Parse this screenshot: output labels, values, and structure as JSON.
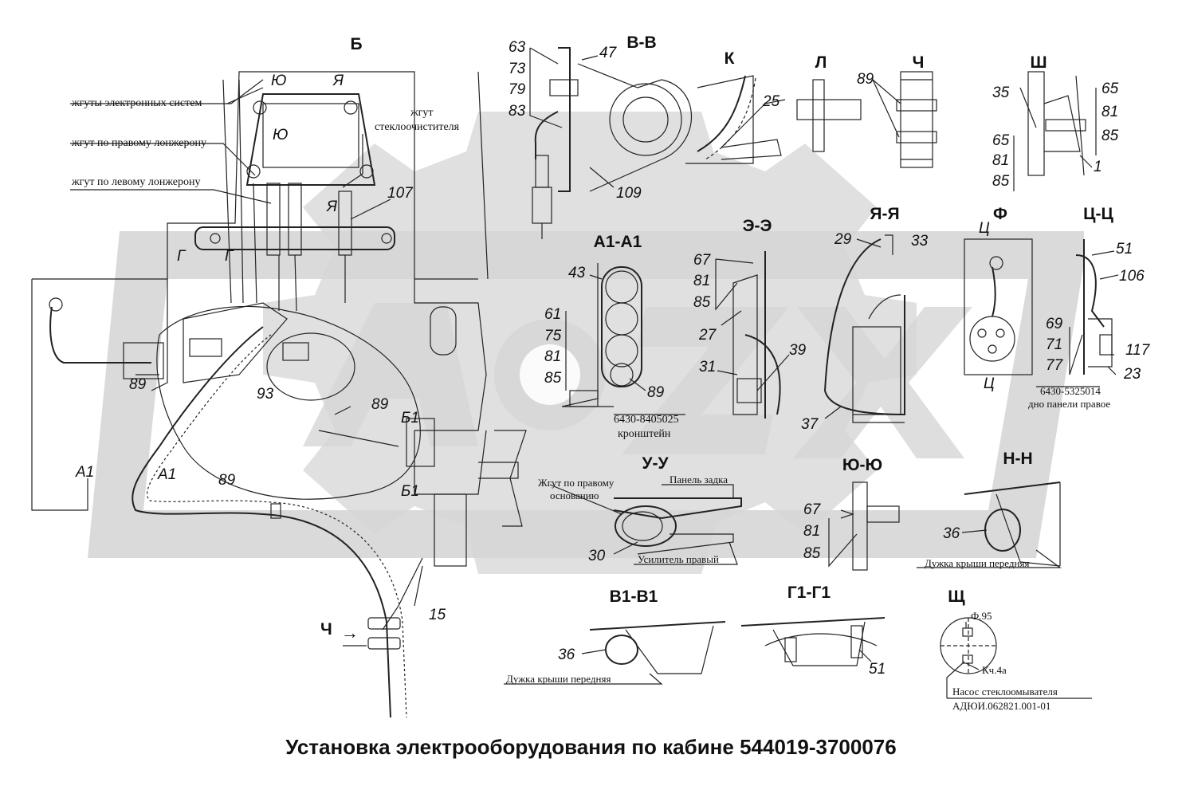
{
  "title": "Установка электрооборудования по кабине 544019-3700076",
  "watermark": {
    "color": "#d6d6d6"
  },
  "sections": [
    "Б",
    "В-В",
    "К",
    "Л",
    "Ч",
    "Ш",
    "А1-А1",
    "Э-Э",
    "Я-Я",
    "Ф",
    "Ц-Ц",
    "У-У",
    "Ю-Ю",
    "Н-Н",
    "В1-В1",
    "Г1-Г1",
    "Щ"
  ],
  "marks": [
    "Ю",
    "Я",
    "Ю",
    "Я",
    "Г",
    "Г",
    "Б1",
    "Б1",
    "А1",
    "А1",
    "Ц",
    "Ц",
    "Ч"
  ],
  "labels": {
    "harness_electronic": "жгуты электронных систем",
    "harness_right": "жгут по правому лонжерону",
    "harness_left": "жгут по левому лонжерону",
    "harness_wiper_1": "жгут",
    "harness_wiper_2": "стеклоочистителя",
    "bracket_code": "6430-8405025",
    "bracket": "кронштейн",
    "panel_code": "6430-5325014",
    "panel": "дно панели правое",
    "harness_base_1": "Жгут по правому",
    "harness_base_2": "основанию",
    "rear_panel": "Панель задка",
    "amplifier": "Усилитель правый",
    "roof_arc_1": "Дужка крыши передняя",
    "roof_arc_2": "Дужка крыши передняя",
    "phi": "Ф.95",
    "kch": "Кч.4а",
    "pump": "Насос стеклоомывателя",
    "pump_code": "АДЮИ.062821.001-01"
  },
  "numbers": {
    "bv": [
      "63",
      "73",
      "79",
      "83",
      "47",
      "109"
    ],
    "k": [
      "25"
    ],
    "ch": [
      "89"
    ],
    "sh": [
      "35",
      "65",
      "81",
      "85",
      "65",
      "81",
      "85",
      "1"
    ],
    "main": [
      "107",
      "89",
      "93",
      "89",
      "89",
      "15"
    ],
    "a1": [
      "43",
      "61",
      "75",
      "81",
      "85",
      "89"
    ],
    "ee": [
      "67",
      "81",
      "85",
      "27",
      "31",
      "39"
    ],
    "yaya": [
      "29",
      "33",
      "37"
    ],
    "tsts": [
      "51",
      "106",
      "69",
      "71",
      "77",
      "117",
      "23"
    ],
    "uu": [
      "30"
    ],
    "yuyu": [
      "67",
      "81",
      "85"
    ],
    "nn": [
      "36"
    ],
    "v1": [
      "36"
    ],
    "g1": [
      "51"
    ]
  }
}
